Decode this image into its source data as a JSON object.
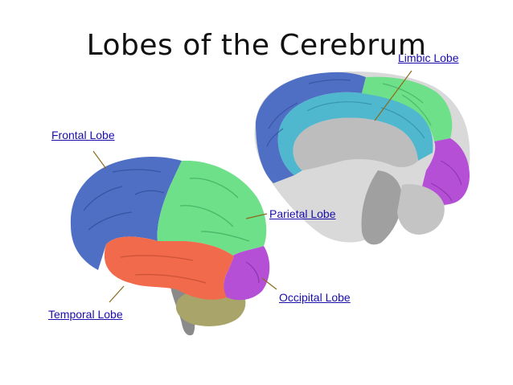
{
  "title": "Lobes of the Cerebrum",
  "labels": {
    "frontal": "Frontal Lobe",
    "parietal": "Parietal Lobe",
    "occipital": "Occipital Lobe",
    "temporal": "Temporal Lobe",
    "limbic": "Limbic Lobe"
  },
  "colors": {
    "frontal": "#4f6fc4",
    "parietal": "#6fe08a",
    "occipital": "#b54fd6",
    "temporal": "#f26a4c",
    "limbic": "#4fb8cf",
    "cerebellum": "#a9a56a",
    "brainstem": "#8a8a8a",
    "link": "#1a0dab",
    "leader": "#8b6a1a"
  }
}
